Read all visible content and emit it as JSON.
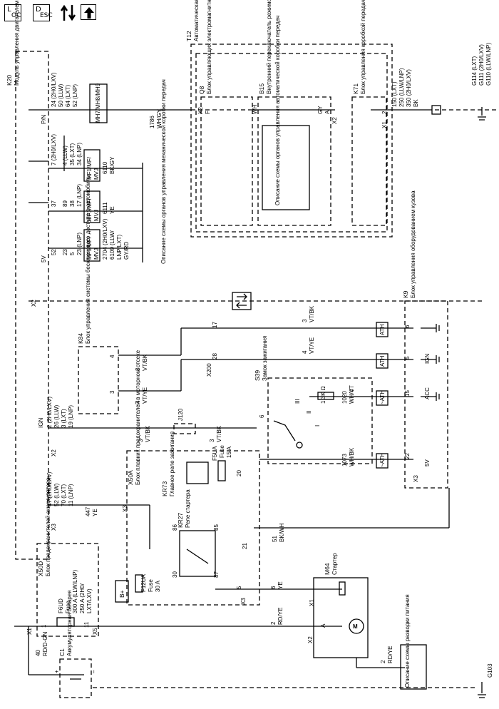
{
  "header": {
    "btn_loc_top": "L",
    "btn_loc_sub": "OC",
    "btn_desc_top": "D",
    "btn_desc_sub": "ESC",
    "swap_icon": "swap-arrows-icon",
    "up_icon": "up-arrow-icon"
  },
  "labels": {
    "k20": "K20",
    "k20_name": "Модуль управления двигателем",
    "t12": "T12",
    "t12_name": "Автоматическая коробка передач в сборе",
    "q8": "Q8",
    "q8_name": "Блок управляющих электромагнитных клапанов",
    "b15": "B15",
    "b15_name": "Внутренний переключатель режимов коробки передач",
    "k71": "K71",
    "k71_name": "Блок управления коробкой передач",
    "g114": "G114 (LXT)",
    "g111": "G111 (2H0/LXV)",
    "g110": "G110 (LLW/LNP)",
    "k71_wire_150": "150 (LXT)",
    "k71_wire_250": "250 (LLW/LNP)",
    "k71_wire_350": "350 (2H0/LXV)",
    "k71_wire_bk": "BK",
    "k71_x1": "X1",
    "k71_pin2": "2",
    "t12_see": "Описание схемы органов управления автоматической коробки передач",
    "man_see": "Описание схемы органов управления механической коробки передач",
    "pn": "P/N",
    "mh": "MH7/MH8/MH9",
    "w1786": "1786",
    "w1786c": "WH/GY",
    "w6110": "6110",
    "w6110c": "BK/GY",
    "w6111": "6111",
    "w6111c": "YE",
    "w2704": "2704 (2H0/LXV)",
    "w6109": "6109 (LLW/",
    "w6109b": "LNP/LXT)",
    "w2704c": "GY/RD",
    "mf": "MF1/MF/",
    "mfb": "MVJ",
    "q8_x2": "X2",
    "q8_f": "F",
    "b15_wh": "WH",
    "b15_gy": "GY",
    "b15_a": "A",
    "b15_x2": "X2",
    "k84": "K84",
    "k84_name": "Блок управления системы бесключевого доступа в автомобиль",
    "k9": "K9",
    "k9_name": "Блок управления оборудованием кузова",
    "s39": "S39",
    "s39_name": "Замок зажигания",
    "x200": "X200",
    "j120": "J120",
    "x50a": "X50A",
    "x50a_name": "Блок плавких предохранителей в моторном отсеке",
    "kr73": "KR73",
    "kr73_name": "Главное реле зажигания",
    "f5ua": "F5UA",
    "f5ua_fuse": "Fuse",
    "f5ua_amp": "15 A",
    "kr27": "KR27",
    "kr27_name": "Реле стартера",
    "f12ua": "F12UA",
    "f12ua_fuse": "Fuse",
    "f12ua_amp": "30 A",
    "x50d": "X50D",
    "x50d_name": "Блок предохранителей аккумулятора",
    "f6ud": "F6UD",
    "f6ud_fuse": "Fuse",
    "f6ud_a1": "300 A (LLW/LNP)",
    "f6ud_a2": "250 A (2H0/",
    "f6ud_a3": "LXT/LXV)",
    "c1": "C1",
    "c1_name": "Аккумуляторная батарея",
    "m64": "M64",
    "m64_name": "Стартер",
    "g103": "G103",
    "pwr_see": "Описание схемы разводки питания",
    "bplus": "B+",
    "ign": "IGN",
    "acc": "ACC",
    "v5": "5V",
    "ath": "ATH",
    "nath": "~ATH",
    "w447": "447",
    "ye": "YE",
    "w51": "51",
    "bkwh": "BK/WH",
    "w6": "6",
    "w2": "2",
    "rdye": "RD/YE",
    "w40": "40",
    "rdgn": "RD/D-GN",
    "w3": "3",
    "vtbk": "VT/BK",
    "w4": "4",
    "vtye": "VT/YE",
    "w1020": "1020",
    "whvt": "WH/VT",
    "w1073": "1073",
    "whbk": "WH/BK",
    "res": "1.3K Ω",
    "ign_pins_a": "2 (2H0/LXV)",
    "ign_pins_b": "26 (LLW)",
    "ign_pins_c": "3 (LXT)",
    "ign_pins_d": "19 (LNP)",
    "st_pins_a": "47 (2H0/LXV)",
    "st_pins_b": "52 (LLW)",
    "st_pins_c": "70 (LXT)",
    "st_pins_d": "11 (LNP)",
    "k20_top_a": "24 (2H0/LXV)",
    "k20_top_b": "50 (LLW)",
    "k20_top_c": "64 (LXT)",
    "k20_top_d": "52 (LNP)",
    "p2h": "7 (2H0/LXV)",
    "pllw": "4 (LLW)",
    "plxt": "35 (LXT)",
    "plnp": "34 (LNP)",
    "p37": "37",
    "p89": "89",
    "p38": "38",
    "p17lnp": "17 (LNP)",
    "p52": "52",
    "p23": "23",
    "p5": "5",
    "p23lnp": "23 (LNP)",
    "x1": "X1",
    "x2": "X2",
    "x3": "X3",
    "x5": "X5",
    "p17": "17",
    "p28": "28",
    "p86": "86",
    "p85": "85",
    "p30": "30",
    "p87": "87",
    "p21": "21",
    "p5b": "5",
    "p20": "20",
    "p1": "1",
    "p11": "11",
    "p1b": "1",
    "pa": "A",
    "p22": "22",
    "p15": "15",
    "p6": "6",
    "p5k9": "5",
    "p4": "4",
    "p3": "3",
    "p4b": "4",
    "p3b": "3",
    "roman1": "I",
    "roman2": "II",
    "roman3": "III",
    "plus": "+",
    "minus": "–"
  }
}
